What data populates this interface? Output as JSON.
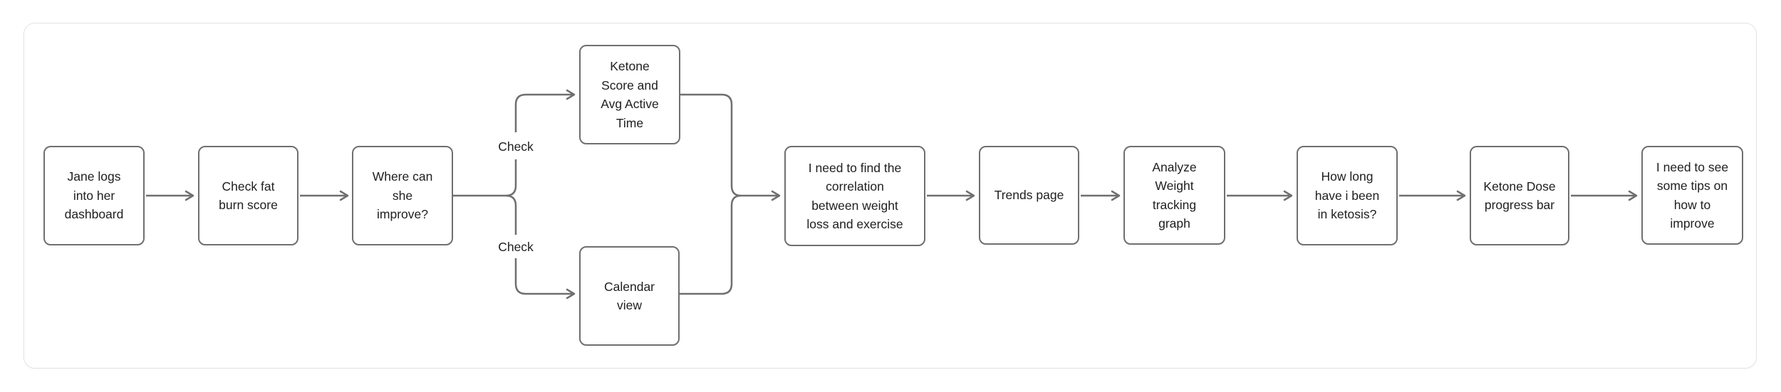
{
  "page": {
    "background": "#ffffff"
  },
  "container": {
    "border_color": "#e4e4e4",
    "fill": "#ffffff"
  },
  "flowchart": {
    "style": {
      "node_border_color": "#6f6f6f",
      "node_fill": "#ffffff",
      "node_text_color": "#202020",
      "connector_color": "#6f6f6f"
    },
    "nodes": [
      {
        "id": "jane-dashboard",
        "label": "Jane logs\ninto her\ndashboard"
      },
      {
        "id": "fat-burn-score",
        "label": "Check fat\nburn score"
      },
      {
        "id": "where-improve",
        "label": "Where can\nshe\nimprove?"
      },
      {
        "id": "ketone-score-active-time",
        "label": "Ketone\nScore and\nAvg Active\nTime"
      },
      {
        "id": "calendar-view",
        "label": "Calendar\nview"
      },
      {
        "id": "correlation",
        "label": "I need to find the\ncorrelation\nbetween weight\nloss and exercise"
      },
      {
        "id": "trends-page",
        "label": "Trends page"
      },
      {
        "id": "analyze-weight-graph",
        "label": "Analyze\nWeight\ntracking\ngraph"
      },
      {
        "id": "ketosis-duration",
        "label": "How long\nhave i been\nin ketosis?"
      },
      {
        "id": "ketone-dose-progress",
        "label": "Ketone Dose\nprogress bar"
      },
      {
        "id": "tips-improve",
        "label": "I need to see\nsome tips on\nhow to\nimprove"
      }
    ],
    "edges": [
      {
        "from": "jane-dashboard",
        "to": "fat-burn-score",
        "label": ""
      },
      {
        "from": "fat-burn-score",
        "to": "where-improve",
        "label": ""
      },
      {
        "from": "where-improve",
        "to": "ketone-score-active-time",
        "label": "Check"
      },
      {
        "from": "where-improve",
        "to": "calendar-view",
        "label": "Check"
      },
      {
        "from": "ketone-score-active-time",
        "to": "correlation",
        "label": ""
      },
      {
        "from": "calendar-view",
        "to": "correlation",
        "label": ""
      },
      {
        "from": "correlation",
        "to": "trends-page",
        "label": ""
      },
      {
        "from": "trends-page",
        "to": "analyze-weight-graph",
        "label": ""
      },
      {
        "from": "analyze-weight-graph",
        "to": "ketosis-duration",
        "label": ""
      },
      {
        "from": "ketosis-duration",
        "to": "ketone-dose-progress",
        "label": ""
      },
      {
        "from": "ketone-dose-progress",
        "to": "tips-improve",
        "label": ""
      }
    ]
  }
}
